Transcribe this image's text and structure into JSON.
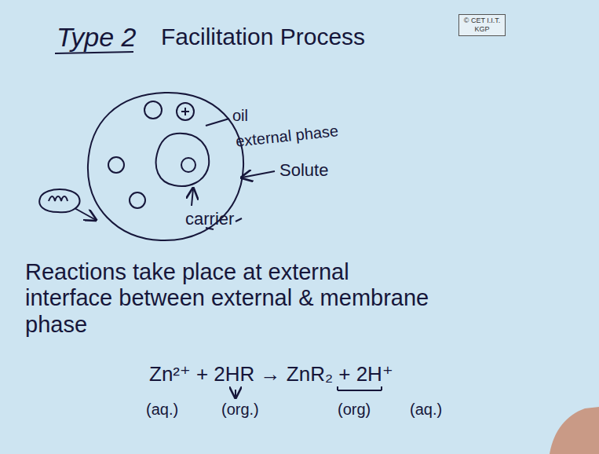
{
  "diagram": {
    "title": "Type 2",
    "labels": [
      "© CET I.I.T. KGP",
      "Facilitation Process",
      "oil",
      "external phase",
      "Solute",
      "carrier",
      "Reactions take place at external interface between external & membrane phase",
      "Zn²⁺ + 2HR → ZnR₂ + 2H⁺",
      "(aq.)",
      "(org.)",
      "(org)",
      "(aq.)"
    ]
  }
}
